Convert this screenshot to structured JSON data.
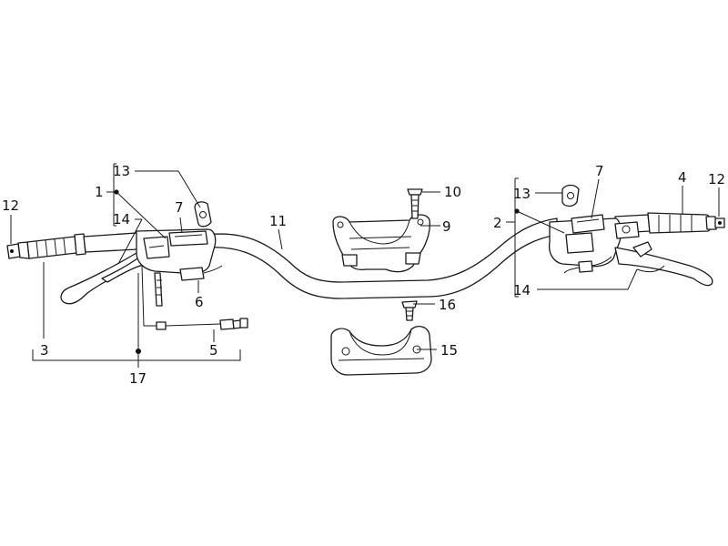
{
  "callouts": {
    "c1": "1",
    "c2": "2",
    "c3": "3",
    "c4": "4",
    "c5": "5",
    "c6": "6",
    "c7_left": "7",
    "c7_right": "7",
    "c9": "9",
    "c10": "10",
    "c11": "11",
    "c12_left": "12",
    "c12_right": "12",
    "c13_left": "13",
    "c13_right": "13",
    "c14_left": "14",
    "c14_right": "14",
    "c15": "15",
    "c16": "16",
    "c17": "17"
  }
}
